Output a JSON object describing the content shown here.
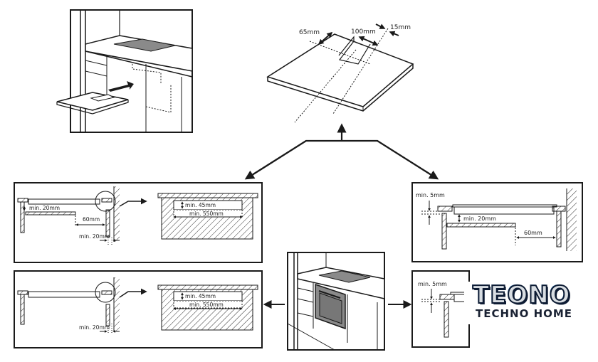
{
  "diagram": {
    "top_left_panel": {
      "description_icon": "cabinet-insert-worktop"
    },
    "worktop_cutout": {
      "dim_depth_offset": "65mm",
      "dim_slot_width": "100mm",
      "dim_edge_offset": "15mm"
    },
    "panel_mid_left": {
      "min_gap_under_hob": "min. 20mm",
      "rear_clearance": "60mm",
      "wall_gap": "min. 20mm",
      "detail_height": "min. 45mm",
      "detail_width": "min. 550mm"
    },
    "panel_mid_right": {
      "top_gap": "min. 5mm",
      "min_gap_under_hob": "min. 20mm",
      "rear_clearance": "60mm"
    },
    "panel_bottom_left": {
      "wall_gap": "min. 20mm",
      "detail_height": "min. 45mm",
      "detail_width": "min. 550mm"
    },
    "panel_bottom_right": {
      "top_gap": "min. 5mm"
    }
  },
  "logo": {
    "brand": "TEONO",
    "tagline": "TECHNO HOME"
  },
  "colors": {
    "line": "#1a1a1a",
    "hob_fill": "#8a8a8a",
    "logo_dark": "#0d1b33",
    "logo_accent": "#2a6fb0"
  }
}
